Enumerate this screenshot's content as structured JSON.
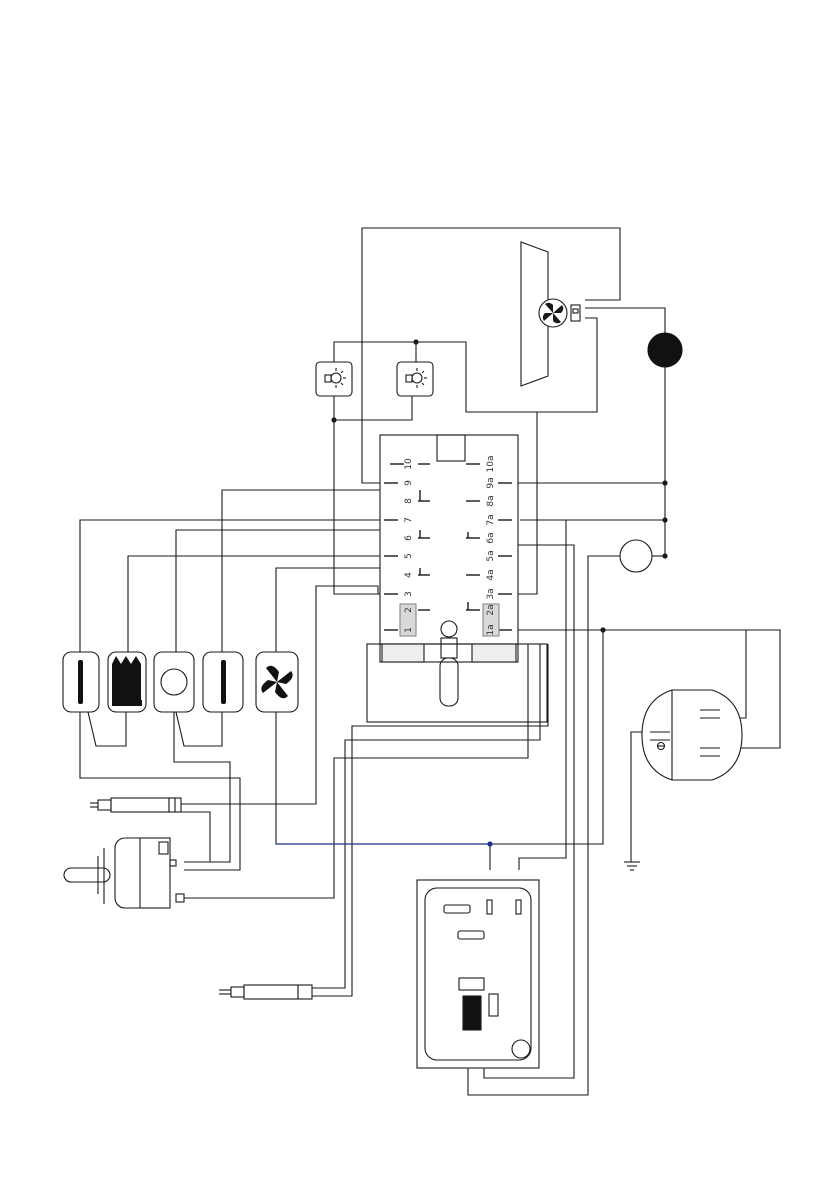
{
  "diagram": {
    "type": "oven wiring diagram",
    "colors": {
      "wire": "#1a1a1a",
      "earth_wire": "#1c2f8c",
      "component_fill": "#ffffff",
      "label_box": "#d9d9d9"
    },
    "selector_switch": {
      "left_terminals": [
        "10",
        "9",
        "8",
        "7",
        "6",
        "5",
        "4",
        "3",
        "1",
        "2"
      ],
      "right_terminals": [
        "10a",
        "9a",
        "8a",
        "7a",
        "6a",
        "5a",
        "4a",
        "3a",
        "2a",
        "1a"
      ]
    },
    "heating_function_icons": [
      "top-heater-icon",
      "grill-element-icon",
      "circular-element-icon",
      "bottom-heater-icon",
      "fan-icon"
    ],
    "other_components": [
      "oven-lamp-icon",
      "oven-lamp-icon",
      "fan-motor-icon",
      "neutral-junction-dot",
      "pilot-lamp",
      "terminal-block",
      "thermostat-knob",
      "temperature-probe",
      "safety-thermostat",
      "control-board",
      "earth-symbol"
    ]
  }
}
